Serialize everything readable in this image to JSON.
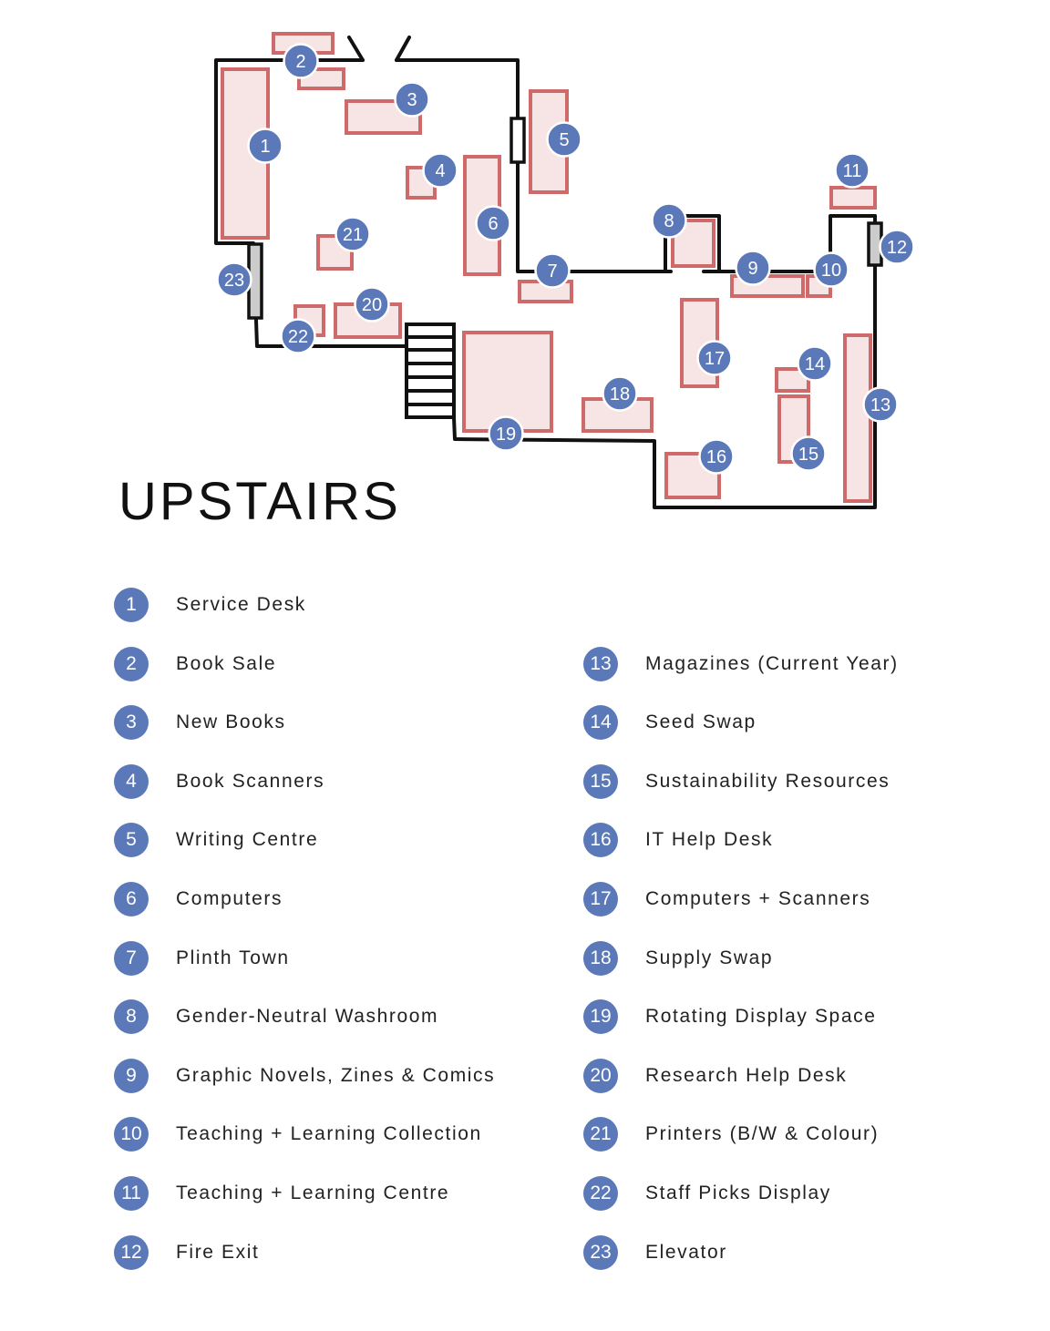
{
  "title": "UPSTAIRS",
  "colors": {
    "marker": "#5b79b8",
    "marker_outline": "#ffffff",
    "zone_fill": "#f7e4e4",
    "zone_stroke": "#cf6a6a",
    "wall": "#111111",
    "fixture_fill": "#cccccc"
  },
  "markers": [
    {
      "n": "1"
    },
    {
      "n": "2"
    },
    {
      "n": "3"
    },
    {
      "n": "4"
    },
    {
      "n": "5"
    },
    {
      "n": "6"
    },
    {
      "n": "7"
    },
    {
      "n": "8"
    },
    {
      "n": "9"
    },
    {
      "n": "10"
    },
    {
      "n": "11"
    },
    {
      "n": "12"
    },
    {
      "n": "13"
    },
    {
      "n": "14"
    },
    {
      "n": "15"
    },
    {
      "n": "16"
    },
    {
      "n": "17"
    },
    {
      "n": "18"
    },
    {
      "n": "19"
    },
    {
      "n": "20"
    },
    {
      "n": "21"
    },
    {
      "n": "22"
    },
    {
      "n": "23"
    }
  ],
  "legend": [
    {
      "number": "1",
      "label": "Service Desk"
    },
    {
      "number": "2",
      "label": "Book Sale"
    },
    {
      "number": "3",
      "label": "New Books"
    },
    {
      "number": "4",
      "label": "Book Scanners"
    },
    {
      "number": "5",
      "label": "Writing Centre"
    },
    {
      "number": "6",
      "label": "Computers"
    },
    {
      "number": "7",
      "label": "Plinth Town"
    },
    {
      "number": "8",
      "label": "Gender-Neutral Washroom"
    },
    {
      "number": "9",
      "label": "Graphic Novels, Zines & Comics"
    },
    {
      "number": "10",
      "label": "Teaching + Learning Collection"
    },
    {
      "number": "11",
      "label": "Teaching + Learning Centre"
    },
    {
      "number": "12",
      "label": "Fire Exit"
    },
    {
      "number": "13",
      "label": "Magazines (Current Year)"
    },
    {
      "number": "14",
      "label": "Seed Swap"
    },
    {
      "number": "15",
      "label": "Sustainability Resources"
    },
    {
      "number": "16",
      "label": "IT Help Desk"
    },
    {
      "number": "17",
      "label": "Computers + Scanners"
    },
    {
      "number": "18",
      "label": "Supply Swap"
    },
    {
      "number": "19",
      "label": "Rotating Display Space"
    },
    {
      "number": "20",
      "label": "Research Help Desk"
    },
    {
      "number": "21",
      "label": "Printers (B/W & Colour)"
    },
    {
      "number": "22",
      "label": "Staff Picks Display"
    },
    {
      "number": "23",
      "label": "Elevator"
    }
  ]
}
